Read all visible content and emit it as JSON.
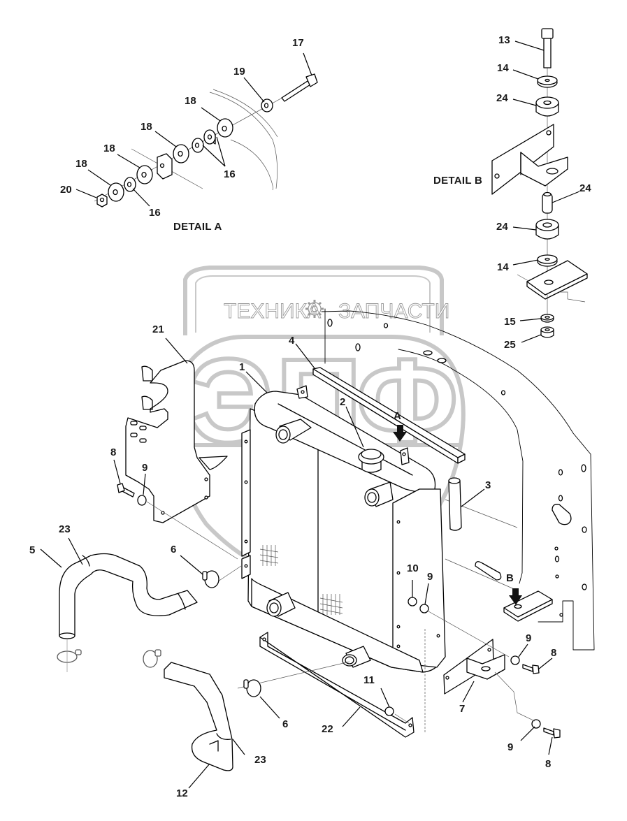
{
  "diagram": {
    "type": "exploded-parts-diagram",
    "subject": "Radiator assembly with mounting hardware",
    "details": [
      {
        "id": "A",
        "title": "DETAIL A"
      },
      {
        "id": "B",
        "title": "DETAIL B"
      }
    ],
    "view_markers": [
      {
        "id": "A",
        "label": "A"
      },
      {
        "id": "B",
        "label": "B"
      }
    ],
    "watermark": {
      "text_left": "ТЕХНИКА",
      "text_right": "ЗАПЧАСТИ",
      "logo_letters": [
        "Э",
        "П",
        "Ф"
      ],
      "gear_icon": "gear-icon"
    },
    "colors": {
      "line": "#000000",
      "background": "#ffffff",
      "watermark": "#c8c8c8"
    },
    "callouts": {
      "detail_a": [
        {
          "label": "17",
          "part": "bolt"
        },
        {
          "label": "19",
          "part": "washer"
        },
        {
          "label": "18",
          "part": "washer"
        },
        {
          "label": "18",
          "part": "washer"
        },
        {
          "label": "18",
          "part": "washer"
        },
        {
          "label": "18",
          "part": "washer"
        },
        {
          "label": "16",
          "part": "spacer"
        },
        {
          "label": "16",
          "part": "spacer"
        },
        {
          "label": "20",
          "part": "nut"
        }
      ],
      "detail_b": [
        {
          "label": "13",
          "part": "bolt"
        },
        {
          "label": "14",
          "part": "washer"
        },
        {
          "label": "24",
          "part": "rubber mount"
        },
        {
          "label": "24",
          "part": "sleeve"
        },
        {
          "label": "24",
          "part": "rubber mount"
        },
        {
          "label": "14",
          "part": "washer"
        },
        {
          "label": "15",
          "part": "washer"
        },
        {
          "label": "25",
          "part": "nut"
        }
      ],
      "main": [
        {
          "label": "1",
          "part": "radiator"
        },
        {
          "label": "2",
          "part": "radiator cap"
        },
        {
          "label": "3",
          "part": "rubber strip"
        },
        {
          "label": "4",
          "part": "foam strip"
        },
        {
          "label": "5",
          "part": "upper hose"
        },
        {
          "label": "6",
          "part": "hose clamp"
        },
        {
          "label": "6",
          "part": "hose clamp"
        },
        {
          "label": "7",
          "part": "mounting bracket"
        },
        {
          "label": "8",
          "part": "bolt"
        },
        {
          "label": "8",
          "part": "bolt"
        },
        {
          "label": "8",
          "part": "bolt"
        },
        {
          "label": "9",
          "part": "washer"
        },
        {
          "label": "9",
          "part": "washer"
        },
        {
          "label": "9",
          "part": "washer"
        },
        {
          "label": "9",
          "part": "washer"
        },
        {
          "label": "10",
          "part": "nut"
        },
        {
          "label": "11",
          "part": "nut"
        },
        {
          "label": "12",
          "part": "lower hose"
        },
        {
          "label": "21",
          "part": "side shroud"
        },
        {
          "label": "22",
          "part": "bottom bracket"
        },
        {
          "label": "23",
          "part": "hose joint"
        },
        {
          "label": "23",
          "part": "hose joint"
        }
      ]
    }
  }
}
